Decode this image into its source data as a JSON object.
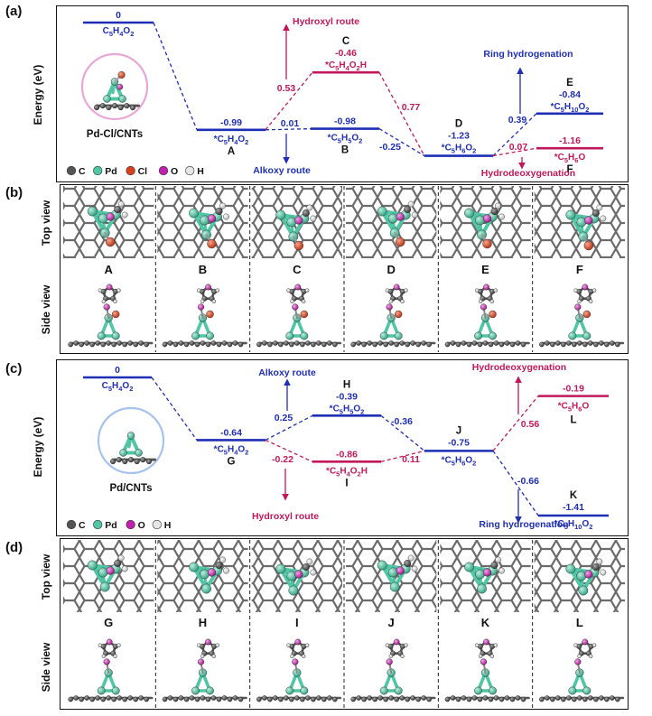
{
  "panel_labels": {
    "a": "(a)",
    "b": "(b)",
    "c": "(c)",
    "d": "(d)"
  },
  "energy_axis_label": "Energy (eV)",
  "colors": {
    "blue": "#1f2fb5",
    "pink": "#c2185b",
    "pd": "#4fc6a4",
    "cl": "#d9411e",
    "o": "#c21fb0",
    "h": "#e6e6e6",
    "c": "#555555"
  },
  "top_view_label": "Top view",
  "side_view_label": "Side view",
  "diagram_a": {
    "catalyst_label": "Pd-Cl/CNTs",
    "legend": [
      {
        "element": "C",
        "color": "#555555"
      },
      {
        "element": "Pd",
        "color": "#4fc6a4"
      },
      {
        "element": "Cl",
        "color": "#d9411e"
      },
      {
        "element": "O",
        "color": "#c21fb0"
      },
      {
        "element": "H",
        "color": "#e6e6e6"
      }
    ],
    "states": [
      {
        "id": "start",
        "letter": "",
        "energy": "0",
        "formula": "C<sub>5</sub>H<sub>4</sub>O<sub>2</sub>",
        "color": "blue"
      },
      {
        "id": "A",
        "letter": "A",
        "energy": "-0.99",
        "formula": "*C<sub>5</sub>H<sub>4</sub>O<sub>2</sub>",
        "color": "blue"
      },
      {
        "id": "C",
        "letter": "C",
        "energy": "-0.46",
        "formula": "*C<sub>5</sub>H<sub>4</sub>O<sub>2</sub>H",
        "color": "pink"
      },
      {
        "id": "B",
        "letter": "B",
        "energy": "-0.98",
        "formula": "*C<sub>5</sub>H<sub>5</sub>O<sub>2</sub>",
        "color": "blue"
      },
      {
        "id": "D",
        "letter": "D",
        "energy": "-1.23",
        "formula": "*C<sub>5</sub>H<sub>6</sub>O<sub>2</sub>",
        "color": "blue"
      },
      {
        "id": "E",
        "letter": "E",
        "energy": "-0.84",
        "formula": "*C<sub>5</sub>H<sub>10</sub>O<sub>2</sub>",
        "color": "blue"
      },
      {
        "id": "F",
        "letter": "F",
        "energy": "-1.16",
        "formula": "*C<sub>5</sub>H<sub>6</sub>O",
        "color": "pink"
      }
    ],
    "barriers": {
      "A_C": "0.53",
      "A_B": "0.01",
      "B_D": "-0.25",
      "C_D": "0.77",
      "D_E": "0.39",
      "D_F": "0.07"
    },
    "routes": {
      "hydroxyl": "Hydroxyl route",
      "alkoxy": "Alkoxy route",
      "ring": "Ring hydrogenation",
      "hdo": "Hydrodeoxygenation"
    }
  },
  "views_b": [
    "A",
    "B",
    "C",
    "D",
    "E",
    "F"
  ],
  "diagram_c": {
    "catalyst_label": "Pd/CNTs",
    "legend": [
      {
        "element": "C",
        "color": "#555555"
      },
      {
        "element": "Pd",
        "color": "#4fc6a4"
      },
      {
        "element": "O",
        "color": "#c21fb0"
      },
      {
        "element": "H",
        "color": "#e6e6e6"
      }
    ],
    "states": [
      {
        "id": "start",
        "letter": "",
        "energy": "0",
        "formula": "C<sub>5</sub>H<sub>4</sub>O<sub>2</sub>",
        "color": "blue"
      },
      {
        "id": "G",
        "letter": "G",
        "energy": "-0.64",
        "formula": "*C<sub>5</sub>H<sub>4</sub>O<sub>2</sub>",
        "color": "blue"
      },
      {
        "id": "H",
        "letter": "H",
        "energy": "-0.39",
        "formula": "*C<sub>5</sub>H<sub>5</sub>O<sub>2</sub>",
        "color": "blue"
      },
      {
        "id": "I",
        "letter": "I",
        "energy": "-0.86",
        "formula": "*C<sub>5</sub>H<sub>4</sub>O<sub>2</sub>H",
        "color": "pink"
      },
      {
        "id": "J",
        "letter": "J",
        "energy": "-0.75",
        "formula": "*C<sub>5</sub>H<sub>6</sub>O<sub>2</sub>",
        "color": "blue"
      },
      {
        "id": "L",
        "letter": "L",
        "energy": "-0.19",
        "formula": "*C<sub>5</sub>H<sub>6</sub>O",
        "color": "pink"
      },
      {
        "id": "K",
        "letter": "K",
        "energy": "-1.41",
        "formula": "*C<sub>5</sub>H<sub>10</sub>O<sub>2</sub>",
        "color": "blue"
      }
    ],
    "barriers": {
      "G_H": "0.25",
      "G_I": "-0.22",
      "H_J": "-0.36",
      "I_J": "0.11",
      "J_L": "0.56",
      "J_K": "-0.66"
    },
    "routes": {
      "alkoxy": "Alkoxy route",
      "hydroxyl": "Hydroxyl route",
      "hdo": "Hydrodeoxygenation",
      "ring": "Ring hydrogenation"
    }
  },
  "views_d": [
    "G",
    "H",
    "I",
    "J",
    "K",
    "L"
  ]
}
